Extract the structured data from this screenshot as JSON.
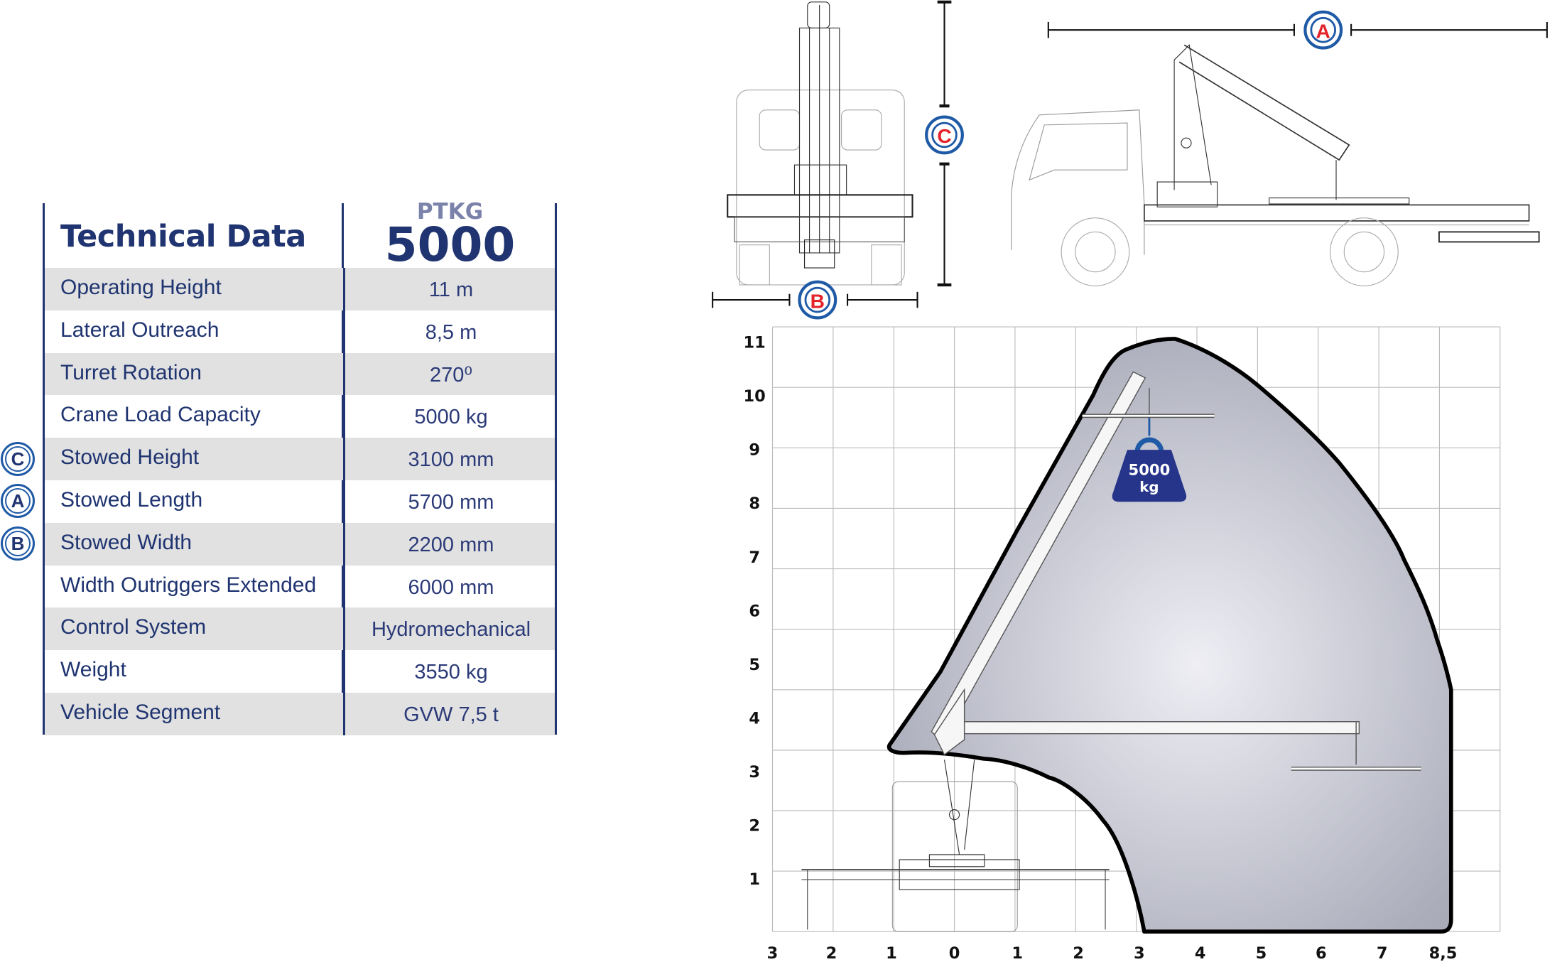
{
  "table": {
    "title": "Technical Data",
    "model_prefix": "PTKG",
    "model_number": "5000",
    "rows": [
      {
        "label": "Operating Height",
        "value": "11 m"
      },
      {
        "label": "Lateral Outreach",
        "value": "8,5 m"
      },
      {
        "label": "Turret Rotation",
        "value": "270⁰"
      },
      {
        "label": "Crane Load Capacity",
        "value": "5000 kg"
      },
      {
        "label": "Stowed Height",
        "value": "3100 mm",
        "marker": "C"
      },
      {
        "label": "Stowed Length",
        "value": "5700 mm",
        "marker": "A"
      },
      {
        "label": "Stowed Width",
        "value": "2200 mm",
        "marker": "B"
      },
      {
        "label": "Width Outriggers Extended",
        "value": "6000 mm"
      },
      {
        "label": "Control System",
        "value": "Hydromechanical"
      },
      {
        "label": "Weight",
        "value": "3550 kg"
      },
      {
        "label": "Vehicle Segment",
        "value": "GVW 7,5 t"
      }
    ]
  },
  "dimensions": {
    "length_marker": "A",
    "width_marker": "B",
    "height_marker": "C"
  },
  "diagram": {
    "y_labels": [
      "11",
      "10",
      "9",
      "8",
      "7",
      "6",
      "5",
      "4",
      "3",
      "2",
      "1"
    ],
    "x_labels": [
      "3",
      "2",
      "1",
      "0",
      "1",
      "2",
      "3",
      "4",
      "5",
      "6",
      "7",
      "8,5"
    ],
    "load_value": "5000",
    "load_unit": "kg"
  },
  "colors": {
    "navy": "#1f3470",
    "ring_blue": "#1f5aa6",
    "marker_red": "#e3222a",
    "row_gray": "#e1e1e1",
    "envelope": "#b3b5c2"
  }
}
